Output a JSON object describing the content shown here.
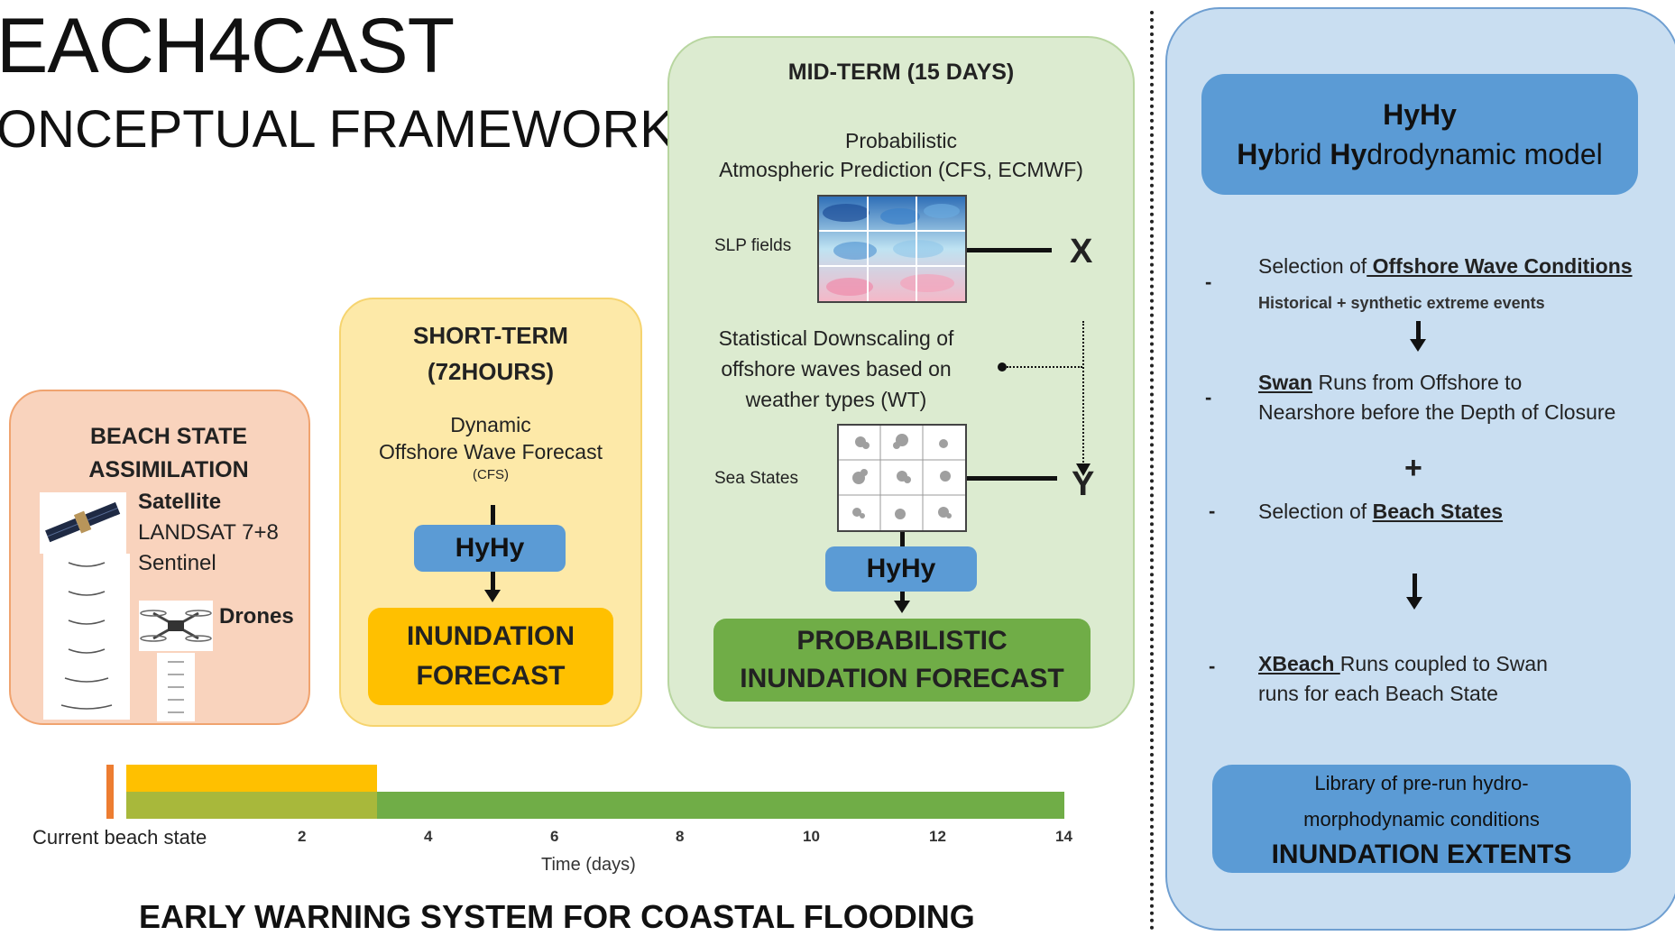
{
  "header": {
    "title": "EACH4CAST",
    "subtitle": "ONCEPTUAL FRAMEWORK"
  },
  "beach_state": {
    "title_line1": "BEACH STATE",
    "title_line2": "ASSIMILATION",
    "satellite_label": "Satellite",
    "satellite_line2": "LANDSAT 7+8",
    "satellite_line3": "Sentinel",
    "drones_label": "Drones"
  },
  "short_term": {
    "title_line1": "SHORT-TERM",
    "title_line2": "(72HOURS)",
    "desc_line1": "Dynamic",
    "desc_line2": "Offshore Wave Forecast",
    "desc_line3": "(CFS)",
    "model_label": "HyHy",
    "output_line1": "INUNDATION",
    "output_line2": "FORECAST"
  },
  "mid_term": {
    "title": "MID-TERM (15 DAYS)",
    "desc_line1": "Probabilistic",
    "desc_line2": "Atmospheric Prediction (CFS, ECMWF)",
    "slp_label": "SLP fields",
    "x_label": "X",
    "downscaling_line1": "Statistical Downscaling of",
    "downscaling_line2": "offshore waves based on",
    "downscaling_line3": "weather types (WT)",
    "sea_states_label": "Sea States",
    "y_label": "Y",
    "model_label": "HyHy",
    "output_line1": "PROBABILISTIC",
    "output_line2": "INUNDATION FORECAST"
  },
  "hyhy_panel": {
    "header_line1": "HyHy",
    "header_hy1": "Hy",
    "header_brid": "brid ",
    "header_hy2": "Hy",
    "header_rest": "drodynamic model",
    "dash": "-",
    "step1_prefix": "Selection of",
    "step1_link": " Offshore Wave Conditions",
    "step1_sub": "Historical + synthetic extreme events",
    "step2_link": "Swan",
    "step2_rest": " Runs from Offshore to",
    "step2_line2": "Nearshore before the Depth of Closure",
    "plus": "+",
    "step3_prefix": "Selection of ",
    "step3_link": "Beach States",
    "step4_link": "XBeach ",
    "step4_rest": "Runs coupled to Swan",
    "step4_line2": "runs for each Beach State",
    "library_line1": "Library of pre-run hydro-",
    "library_line2": "morphodynamic conditions",
    "library_line3": "INUNDATION EXTENTS"
  },
  "timeline": {
    "current_label": "Current beach state",
    "ticks": [
      "2",
      "4",
      "6",
      "8",
      "10",
      "12",
      "14"
    ],
    "xlabel": "Time (days)",
    "short_end": 3,
    "mid_end": 14
  },
  "footer": {
    "title": "EARLY WARNING SYSTEM FOR COASTAL FLOODING"
  },
  "colors": {
    "beach_bg": "#f9d3bd",
    "beach_border": "#f0a36f",
    "short_bg": "#fde9a8",
    "short_border": "#f6d46f",
    "mid_bg": "#dcebd0",
    "mid_border": "#b8d6a0",
    "hyhy_bg": "#c9def1",
    "hyhy_border": "#6f9fd1",
    "pill_blue": "#5b9bd5",
    "yellow": "#ffc000",
    "green": "#70ad47",
    "orange": "#ed7d31"
  }
}
